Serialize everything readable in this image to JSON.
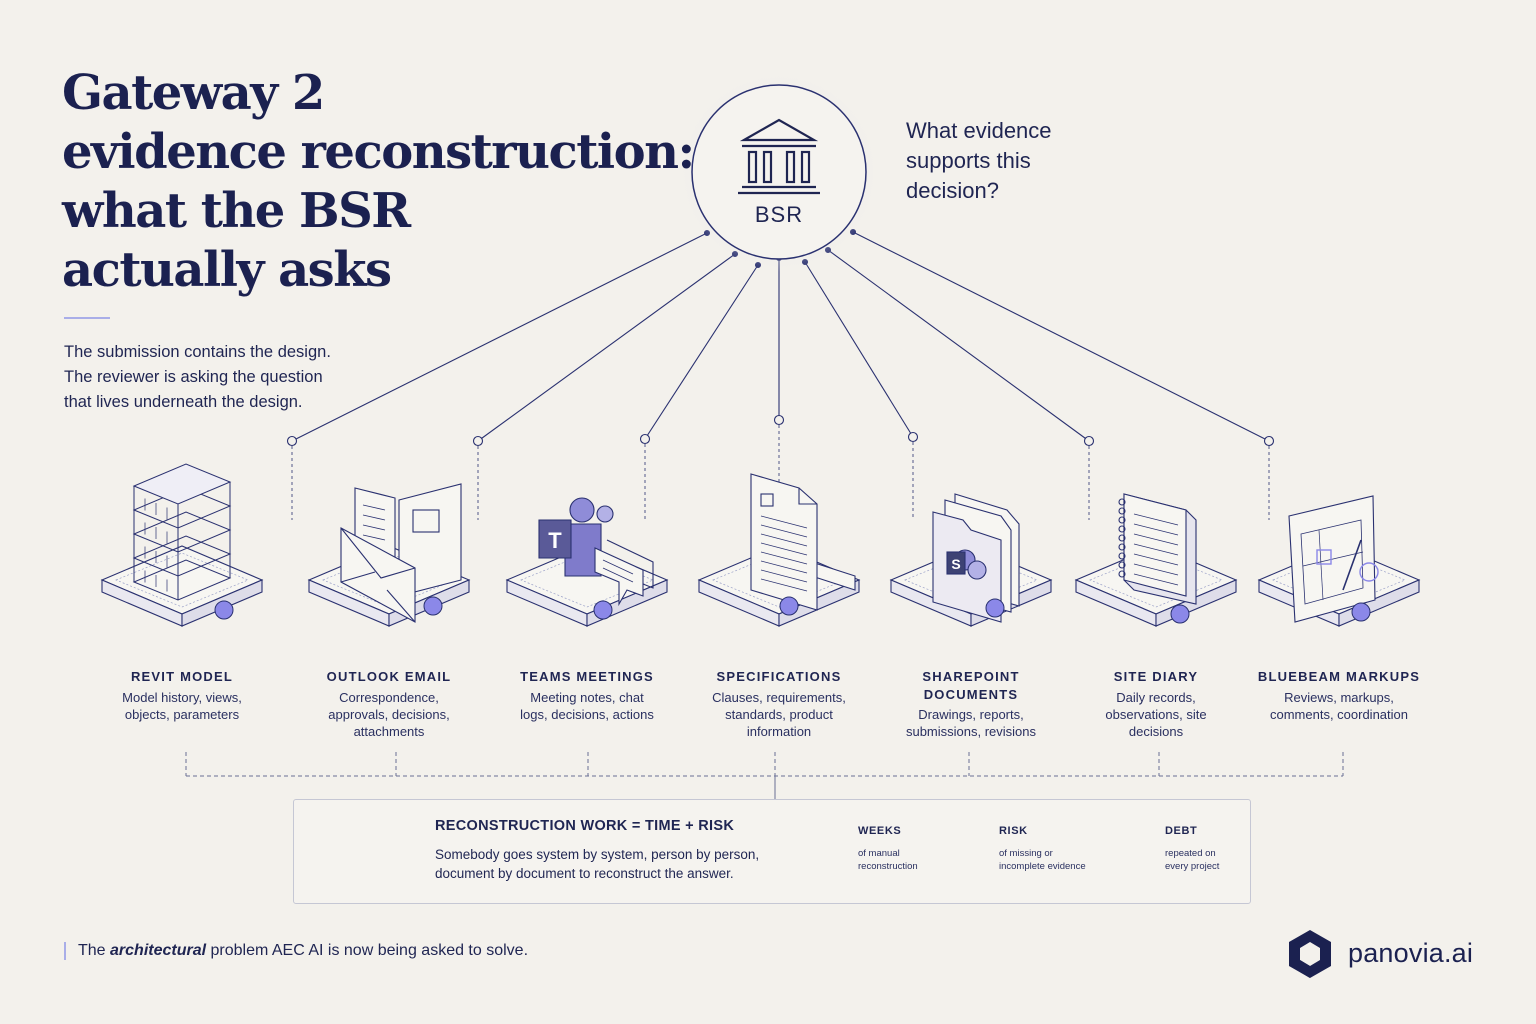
{
  "title_lines": [
    "Gateway 2",
    "evidence reconstruction:",
    "what the BSR",
    "actually asks"
  ],
  "intro_lines": [
    "The submission contains the design.",
    "The reviewer is asking the question",
    "that lives underneath the design."
  ],
  "hub": {
    "label": "BSR",
    "question": "What evidence supports this decision?"
  },
  "sources": [
    {
      "title": "REVIT MODEL",
      "desc": "Model history, views, objects, parameters",
      "icon": "building-model-icon"
    },
    {
      "title": "OUTLOOK EMAIL",
      "desc": "Correspondence, approvals, decisions, attachments",
      "icon": "email-envelope-icon"
    },
    {
      "title": "TEAMS MEETINGS",
      "desc": "Meeting notes, chat logs, decisions, actions",
      "icon": "teams-chat-icon"
    },
    {
      "title": "SPECIFICATIONS",
      "desc": "Clauses, requirements, standards, product information",
      "icon": "document-stack-icon"
    },
    {
      "title": "SHAREPOINT DOCUMENTS",
      "desc": "Drawings, reports, submissions, revisions",
      "icon": "folder-icon"
    },
    {
      "title": "SITE DIARY",
      "desc": "Daily records, observations, site decisions",
      "icon": "notebook-icon"
    },
    {
      "title": "BLUEBEAM MARKUPS",
      "desc": "Reviews, markups, comments, coordination",
      "icon": "drawing-markup-icon"
    }
  ],
  "summary": {
    "title": "RECONSTRUCTION WORK = TIME + RISK",
    "text_lines": [
      "Somebody goes system by system, person by person,",
      "document by document to reconstruct the answer."
    ],
    "metrics": [
      {
        "title": "WEEKS",
        "desc_lines": [
          "of manual",
          "reconstruction"
        ],
        "icon": "clock-icon"
      },
      {
        "title": "RISK",
        "desc_lines": [
          "of missing or",
          "incomplete evidence"
        ],
        "icon": "warning-icon"
      },
      {
        "title": "DEBT",
        "desc_lines": [
          "repeated on",
          "every project"
        ],
        "icon": "layers-icon"
      }
    ]
  },
  "footer": {
    "before": "The ",
    "emphasis": "architectural",
    "after": " problem AEC AI is now being asked to solve."
  },
  "brand": "panovia.ai",
  "colors": {
    "ink": "#1b2150",
    "accent": "#8b88e8",
    "background": "#f3f1ec",
    "line": "#2a3170"
  }
}
